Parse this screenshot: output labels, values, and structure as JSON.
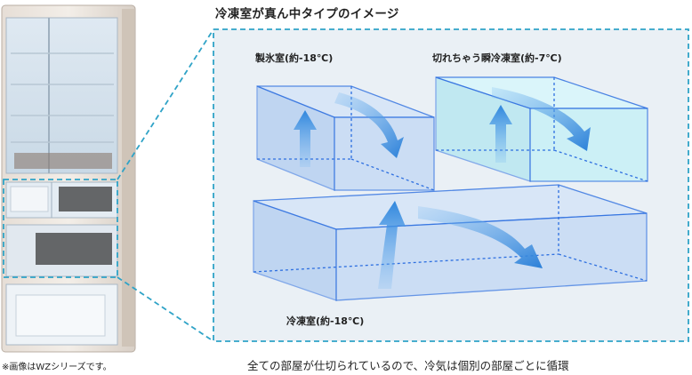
{
  "title": "冷凍室が真ん中タイプのイメージ",
  "compartments": {
    "ice": "製氷室(約-18℃)",
    "switch": "切れちゃう瞬冷凍室(約-7℃)",
    "freezer": "冷凍室(約-18℃)"
  },
  "caption": "全ての部屋が仕切られているので、冷気は個別の部屋ごとに循環",
  "fridge_note": "※画像はWZシリーズです。",
  "colors": {
    "dashed_frame": "#2fa3c7",
    "panel_bg": "#eaf0f5",
    "box_blue_face": "#b9d3f2",
    "box_cyan_face": "#c2f0f7",
    "arrow": "#3a8fe0"
  }
}
